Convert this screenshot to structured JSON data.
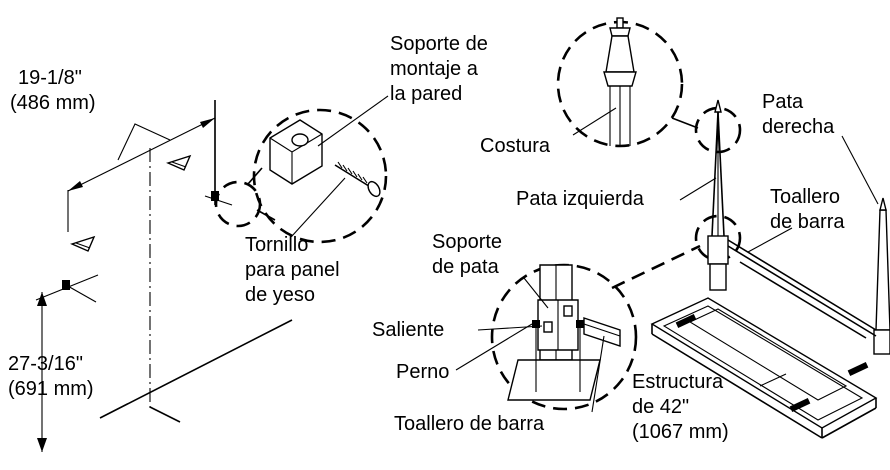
{
  "labels": {
    "width_in": "19-1/8\"",
    "width_mm": "(486 mm)",
    "height_in": "27-3/16\"",
    "height_mm": "(691 mm)",
    "bracket_1": "Soporte de",
    "bracket_2": "montaje a",
    "bracket_3": "la pared",
    "screw_1": "Tornillo",
    "screw_2": "para panel",
    "screw_3": "de yeso",
    "seam": "Costura",
    "right_leg_1": "Pata",
    "right_leg_2": "derecha",
    "left_leg": "Pata izquierda",
    "towel_bar_right_1": "Toallero",
    "towel_bar_right_2": "de barra",
    "leg_support_1": "Soporte",
    "leg_support_2": "de pata",
    "tab": "Saliente",
    "bolt": "Perno",
    "frame_1": "Estructura",
    "frame_2": "de 42\"",
    "frame_3": "(1067 mm)",
    "towel_bar_bottom": "Toallero de barra"
  }
}
